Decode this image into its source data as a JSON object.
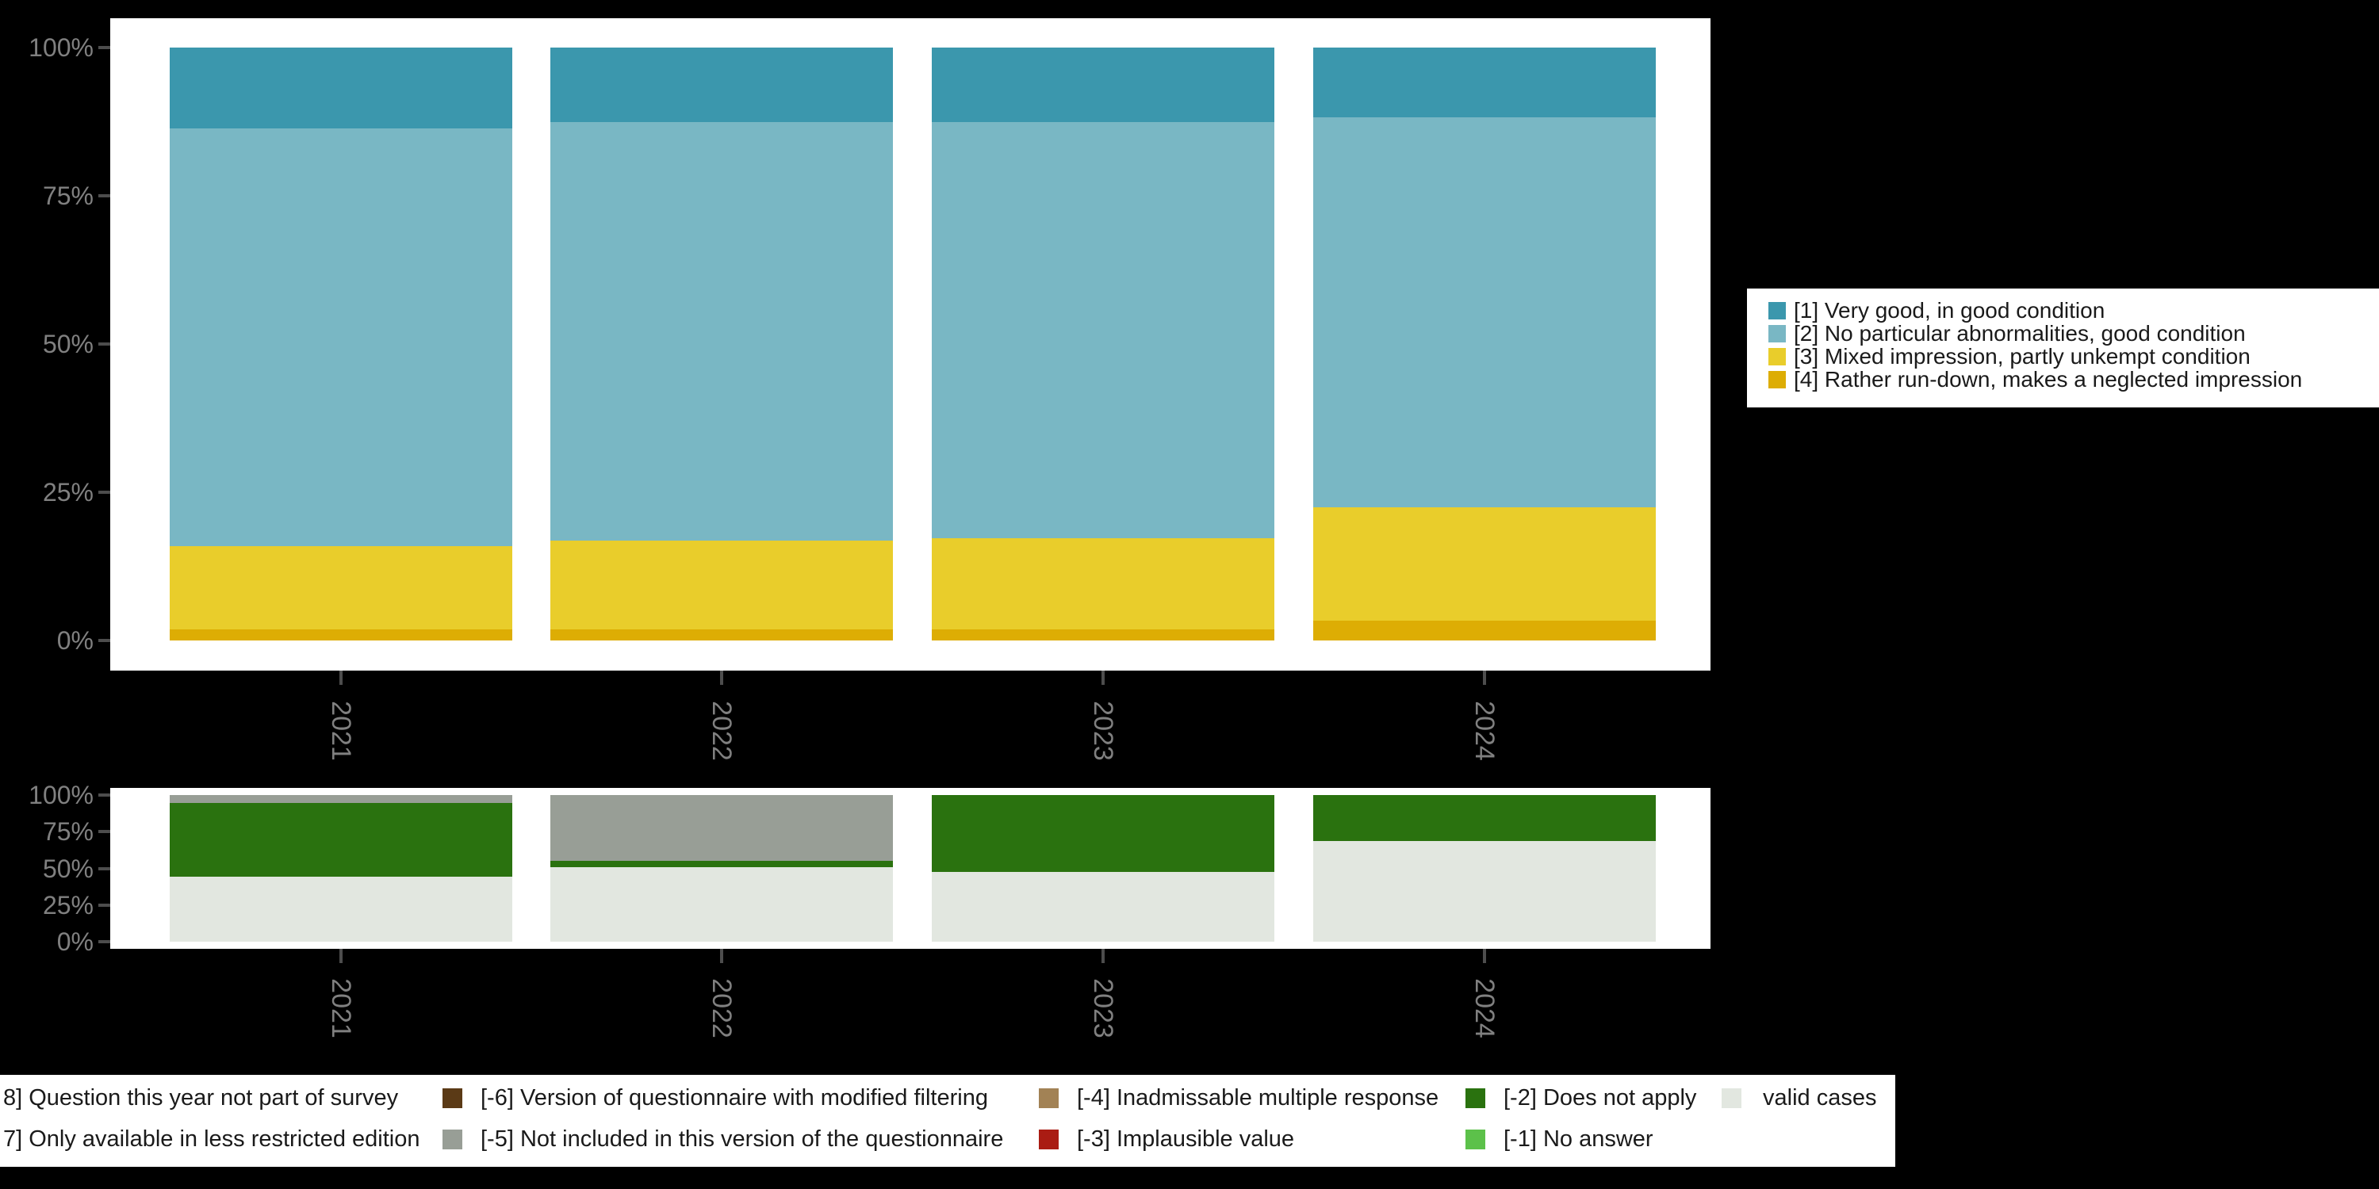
{
  "colors": {
    "background": "#000000",
    "panel": "#ffffff",
    "axis_label": "#808080",
    "tick_mark": "#4d4d4d"
  },
  "chart_data": [
    {
      "id": "condition",
      "type": "bar",
      "stacked": true,
      "unit": "percent",
      "categories": [
        "2021",
        "2022",
        "2023",
        "2024"
      ],
      "y_ticks": [
        "100%",
        "75%",
        "50%",
        "25%",
        "0%"
      ],
      "ylim": [
        0,
        100
      ],
      "legend_position": "right",
      "series": [
        {
          "name": "[1] Very good, in good condition",
          "color": "#3b97ad",
          "values": [
            13.7,
            12.6,
            12.6,
            11.8
          ]
        },
        {
          "name": "[2] No particular abnormalities, good condition",
          "color": "#79b7c4",
          "values": [
            70.4,
            70.5,
            70.2,
            65.8
          ]
        },
        {
          "name": "[3] Mixed impression, partly unkempt condition",
          "color": "#e9cd2b",
          "values": [
            14.0,
            15.0,
            15.3,
            19.1
          ]
        },
        {
          "name": "[4] Rather run-down, makes a neglected impression",
          "color": "#ddad04",
          "values": [
            1.9,
            1.9,
            1.9,
            3.3
          ]
        }
      ]
    },
    {
      "id": "missingness",
      "type": "bar",
      "stacked": true,
      "unit": "percent",
      "categories": [
        "2021",
        "2022",
        "2023",
        "2024"
      ],
      "y_ticks": [
        "100%",
        "75%",
        "50%",
        "25%",
        "0%"
      ],
      "ylim": [
        0,
        100
      ],
      "legend_position": "bottom",
      "series": [
        {
          "name": "[-5] Not included in this version of the questionnaire",
          "color": "#989e96",
          "values": [
            5.4,
            44.9,
            0,
            0
          ]
        },
        {
          "name": "[-2] Does not apply",
          "color": "#2a720f",
          "values": [
            50.1,
            4.3,
            52.3,
            31.5
          ]
        },
        {
          "name": "valid cases",
          "color": "#e2e7e0",
          "values": [
            44.5,
            50.8,
            47.7,
            68.5
          ]
        }
      ]
    }
  ],
  "missing_legend": {
    "rows": [
      [
        {
          "label": "8] Question this year not part of survey",
          "color": null
        },
        {
          "label": "[-6] Version of questionnaire with modified filtering",
          "color": "#5b3a16"
        },
        {
          "label": "[-4] Inadmissable multiple response",
          "color": "#a28255"
        },
        {
          "label": "[-2] Does not apply",
          "color": "#2a720f"
        },
        {
          "label": "valid cases",
          "color": "#e2e7e0"
        }
      ],
      [
        {
          "label": "7] Only available in less restricted edition",
          "color": null
        },
        {
          "label": "[-5] Not included in this version of the questionnaire",
          "color": "#989e96"
        },
        {
          "label": "[-3] Implausible value",
          "color": "#aa1c13"
        },
        {
          "label": "[-1] No answer",
          "color": "#5cc14a"
        }
      ]
    ]
  }
}
